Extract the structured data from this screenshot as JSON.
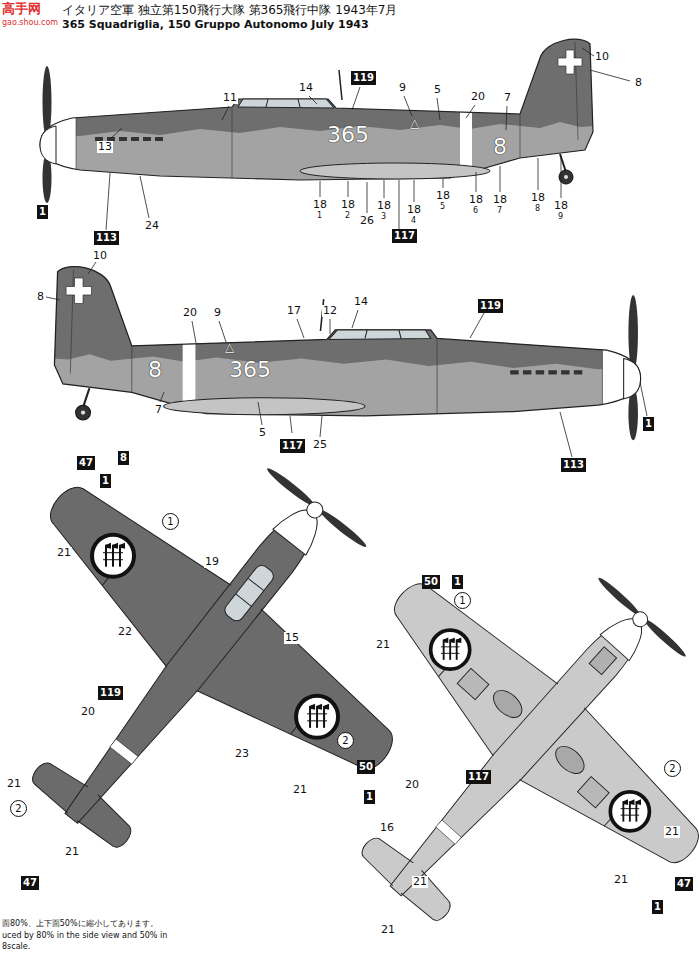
{
  "diagram": {
    "title": "イタリア空軍 独立第150飛行大隊 第365飛行中隊 1943年7月",
    "nodes": [
      {
        "text": [
          "1"
        ]
      },
      {
        "text": [
          "119"
        ]
      },
      {
        "text": [
          "113"
        ]
      },
      {
        "text": [
          "117"
        ]
      },
      {
        "text": [
          "119"
        ]
      },
      {
        "text": [
          "1"
        ]
      },
      {
        "text": [
          "117"
        ]
      },
      {
        "text": [
          "113"
        ]
      },
      {
        "text": [
          "47"
        ]
      },
      {
        "text": [
          "8"
        ]
      },
      {
        "text": [
          "1"
        ]
      },
      {
        "text": [
          "119"
        ]
      },
      {
        "text": [
          "50"
        ]
      },
      {
        "text": [
          "1"
        ]
      },
      {
        "text": [
          "47"
        ]
      },
      {
        "text": [
          "50"
        ]
      },
      {
        "text": [
          "1"
        ]
      },
      {
        "text": [
          "117"
        ]
      },
      {
        "text": [
          "47"
        ]
      },
      {
        "text": [
          "1"
        ]
      },
      {
        "text": [
          "1"
        ]
      },
      {
        "text": [
          "2"
        ]
      },
      {
        "text": [
          "2"
        ]
      },
      {
        "text": [
          "1"
        ]
      },
      {
        "text": [
          "2"
        ]
      }
    ],
    "labels": [
      "365 Squadriglia, 150 Gruppo Autonomo July 1943",
      "高手网",
      "gao.shou.com",
      "13",
      "11",
      "14",
      "9",
      "5",
      "20",
      "7",
      "10",
      "8",
      "24",
      "18",
      "1",
      "18",
      "2",
      "26",
      "18",
      "3",
      "18",
      "4",
      "18",
      "5",
      "18",
      "6",
      "18",
      "7",
      "18",
      "8",
      "18",
      "9",
      "365",
      "8",
      "△",
      "10",
      "8",
      "20",
      "9",
      "17",
      "12",
      "14",
      "25",
      "5",
      "7",
      "8",
      "365",
      "△",
      "21",
      "19",
      "22",
      "15",
      "20",
      "23",
      "21",
      "21",
      "21",
      "21",
      "20",
      "16",
      "21",
      "21",
      "21",
      "21",
      "面80%、上下面50%に縮小してあります。",
      "uced by 80% in the side view and 50% in",
      "8scale."
    ]
  }
}
